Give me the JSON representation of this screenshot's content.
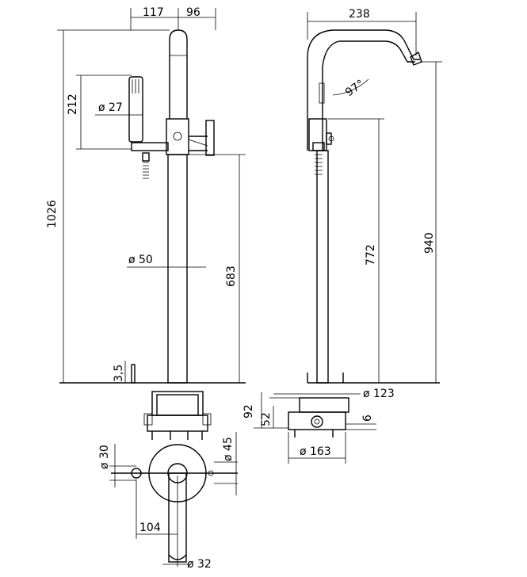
{
  "dimensions": {
    "d117": "117",
    "d96": "96",
    "d238": "238",
    "d212": "212",
    "dia27": "ø 27",
    "d1026": "1026",
    "d97deg": "97°",
    "d772": "772",
    "d940": "940",
    "dia50": "ø 50",
    "d683": "683",
    "d3_5": "3,5",
    "dia123": "ø 123",
    "d92": "92",
    "d52": "52",
    "d6": "6",
    "dia163": "ø 163",
    "dia30": "ø 30",
    "dia45": "ø 45",
    "d104": "104",
    "dia32": "ø 32"
  }
}
